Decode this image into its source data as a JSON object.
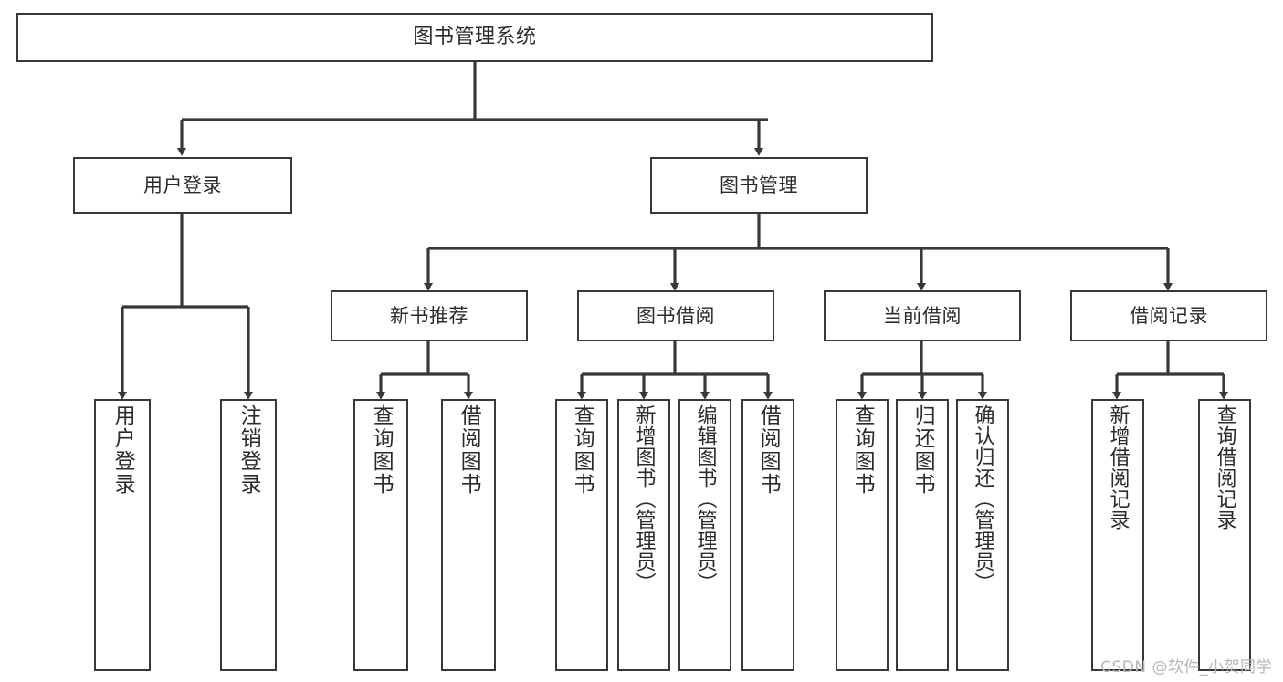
{
  "diagram": {
    "title": "图书管理系统",
    "type": "hierarchy-tree",
    "root": {
      "label": "图书管理系统"
    },
    "level2": [
      {
        "label": "用户登录"
      },
      {
        "label": "图书管理"
      }
    ],
    "level3": [
      {
        "label": "新书推荐"
      },
      {
        "label": "图书借阅"
      },
      {
        "label": "当前借阅"
      },
      {
        "label": "借阅记录"
      }
    ],
    "leaves": {
      "user_login": [
        {
          "label": "用户登录"
        },
        {
          "label": "注销登录"
        }
      ],
      "new_book_recommend": [
        {
          "label": "查询图书"
        },
        {
          "label": "借阅图书"
        }
      ],
      "book_borrow": [
        {
          "label": "查询图书"
        },
        {
          "label": "新增图书（管理员）"
        },
        {
          "label": "编辑图书（管理员）"
        },
        {
          "label": "借阅图书"
        }
      ],
      "current_borrow": [
        {
          "label": "查询图书"
        },
        {
          "label": "归还图书"
        },
        {
          "label": "确认归还（管理员）"
        }
      ],
      "borrow_record": [
        {
          "label": "新增借阅记录"
        },
        {
          "label": "查询借阅记录"
        }
      ]
    }
  },
  "watermark": {
    "text": "CSDN @软件_小贺同学"
  },
  "colors": {
    "border": "#38383a",
    "text": "#2b2b2d",
    "background": "#ffffff",
    "edge": "#38383a",
    "watermark": "#b6b6b8"
  }
}
